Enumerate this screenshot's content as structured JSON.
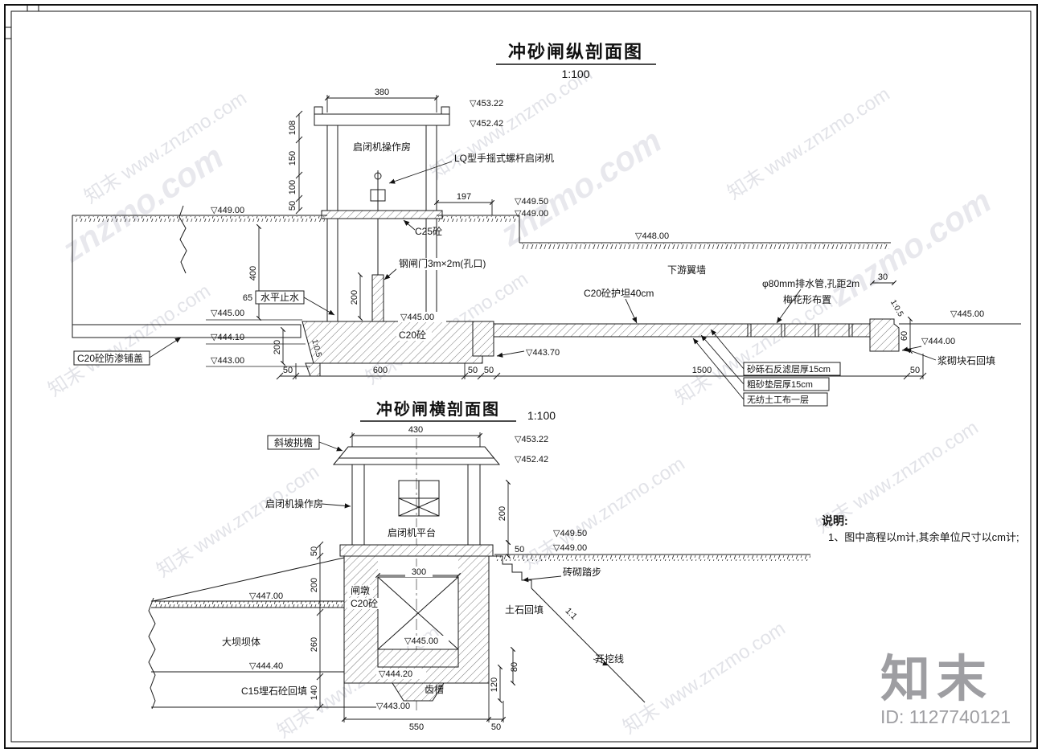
{
  "brand": {
    "logo": "知末",
    "id_label": "ID: 1127740121",
    "watermark": "知末 www.znzmo.com",
    "watermark_alt": "znzmo.com"
  },
  "notes": {
    "heading": "说明:",
    "line1": "1、图中高程以m计,其余单位尺寸以cm计;"
  },
  "longitudinal": {
    "title": "冲砂闸纵剖面图",
    "scale": "1:100",
    "labels": {
      "hoist_room": "启闭机操作房",
      "hoist_type": "LQ型手摇式螺杆启闭机",
      "c25": "C25砼",
      "gate": "钢闸门3m×2m(孔口)",
      "waterstop": "水平止水",
      "c20": "C20砼",
      "apron": "C20砼护坦40cm",
      "wing_wall": "下游翼墙",
      "drain_pipe": "φ80mm排水管,孔距2m",
      "plum_layout": "梅花形布置",
      "blanket": "C20砼防渗铺盖",
      "stone_backfill": "浆砌块石回填",
      "filter_layer": "砂砾石反滤层厚15cm",
      "sand_cushion": "粗砂垫层厚15cm",
      "geotextile": "无纺土工布一层",
      "slope_left": "1:0.5",
      "slope_right": "1:0.5"
    },
    "elevations": {
      "e45322": "▽453.22",
      "e45242": "▽452.42",
      "e44950": "▽449.50",
      "e44900r": "▽449.00",
      "e44900l": "▽449.00",
      "e44800": "▽448.00",
      "e44500l": "▽445.00",
      "e44410": "▽444.10",
      "e44300": "▽443.00",
      "e44500m": "▽445.00",
      "e44370": "▽443.70",
      "e44500r": "▽445.00",
      "e44400": "▽444.00"
    },
    "dims": {
      "d380": "380",
      "d108": "108",
      "d150": "150",
      "d100": "100",
      "d50roof": "50",
      "d197": "197",
      "d400": "400",
      "d65": "65",
      "d200gate": "200",
      "d200left": "200",
      "d30": "30",
      "d60": "60",
      "d50a": "50",
      "d600": "600",
      "d50b": "50",
      "d50c": "50",
      "d1500": "1500",
      "d50d": "50"
    }
  },
  "cross": {
    "title": "冲砂闸横剖面图",
    "scale": "1:100",
    "labels": {
      "eave": "斜坡挑檐",
      "room": "启闭机操作房",
      "platform": "启闭机平台",
      "steps": "砖砌踏步",
      "pier": "闸墩",
      "pier_c20": "C20砼",
      "dam": "大坝坝体",
      "c15": "C15埋石砼回填",
      "tooth": "齿槽",
      "fill": "土石回填",
      "slope": "1:1",
      "excavation": "开挖线"
    },
    "elevations": {
      "e45322": "▽453.22",
      "e45242": "▽452.42",
      "e44950": "▽449.50",
      "e44900": "▽449.00",
      "e44700": "▽447.00",
      "e44440": "▽444.40",
      "e44500": "▽445.00",
      "e44420": "▽444.20",
      "e44300": "▽443.00"
    },
    "dims": {
      "d430": "430",
      "d200": "200",
      "d50top": "50",
      "d300": "300",
      "d50l": "50",
      "d200l": "200",
      "d260": "260",
      "d140": "140",
      "d120": "120",
      "d80": "80",
      "d550": "550",
      "d50b": "50"
    }
  }
}
